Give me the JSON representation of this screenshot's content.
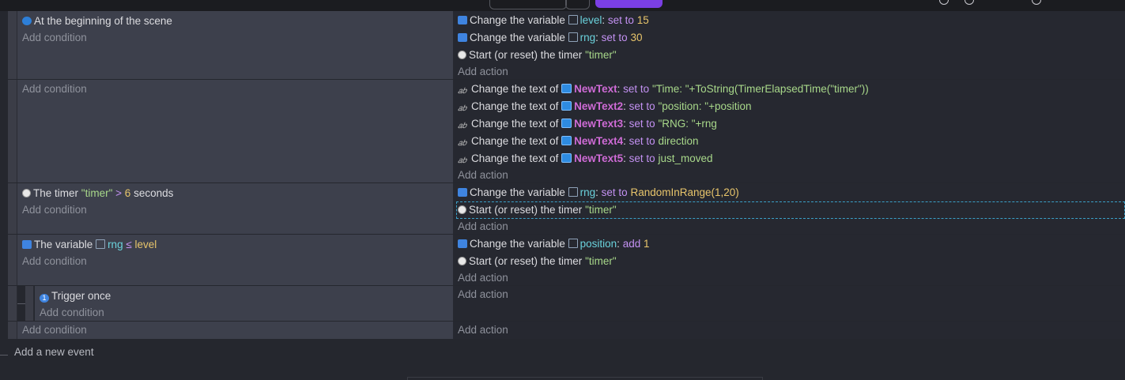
{
  "events": [
    {
      "conditions": [
        {
          "icon": "scene-start-icon",
          "text": "At the beginning of the scene"
        }
      ],
      "add_condition": "Add condition",
      "actions": [
        {
          "kind": "var",
          "prefix": "Change the variable",
          "var": "level",
          "colon": ":",
          "op": "set to",
          "value": "15"
        },
        {
          "kind": "var",
          "prefix": "Change the variable",
          "var": "rng",
          "colon": ":",
          "op": "set to",
          "value": "30"
        },
        {
          "kind": "timer",
          "prefix": "Start (or reset) the timer",
          "value": "\"timer\""
        }
      ],
      "add_action": "Add action"
    },
    {
      "add_condition": "Add condition",
      "actions": [
        {
          "kind": "text",
          "prefix": "Change the text of",
          "object": "NewText",
          "colon": ":",
          "op": "set to",
          "value": "\"Time: \"+ToString(TimerElapsedTime(\"timer\"))"
        },
        {
          "kind": "text",
          "prefix": "Change the text of",
          "object": "NewText2",
          "colon": ":",
          "op": "set to",
          "value": "\"position: \"+position"
        },
        {
          "kind": "text",
          "prefix": "Change the text of",
          "object": "NewText3",
          "colon": ":",
          "op": "set to",
          "value": "\"RNG: \"+rng"
        },
        {
          "kind": "text",
          "prefix": "Change the text of",
          "object": "NewText4",
          "colon": ":",
          "op": "set to",
          "value": "direction"
        },
        {
          "kind": "text",
          "prefix": "Change the text of",
          "object": "NewText5",
          "colon": ":",
          "op": "set to",
          "value": "just_moved"
        }
      ],
      "add_action": "Add action"
    },
    {
      "condition": {
        "prefix": "The timer",
        "timer": "\"timer\"",
        "op": ">",
        "value": "6",
        "suffix": "seconds"
      },
      "add_condition": "Add condition",
      "actions": [
        {
          "kind": "var",
          "prefix": "Change the variable",
          "var": "rng",
          "colon": ":",
          "op": "set to",
          "value": "RandomInRange(1,20)"
        },
        {
          "kind": "timer",
          "prefix": "Start (or reset) the timer",
          "value": "\"timer\""
        }
      ],
      "add_action": "Add action"
    },
    {
      "condition": {
        "prefix": "The variable",
        "var": "rng",
        "op": "≤",
        "value": "level"
      },
      "add_condition": "Add condition",
      "actions": [
        {
          "kind": "var",
          "prefix": "Change the variable",
          "var": "position",
          "colon": ":",
          "op": "add",
          "value": "1"
        },
        {
          "kind": "timer",
          "prefix": "Start (or reset) the timer",
          "value": "\"timer\""
        }
      ],
      "add_action": "Add action"
    },
    {
      "sub": true,
      "condition": {
        "text": "Trigger once"
      },
      "add_condition": "Add condition",
      "add_action": "Add action"
    },
    {
      "add_condition": "Add condition",
      "add_action": "Add action"
    }
  ],
  "add_new_event": "Add a new event"
}
